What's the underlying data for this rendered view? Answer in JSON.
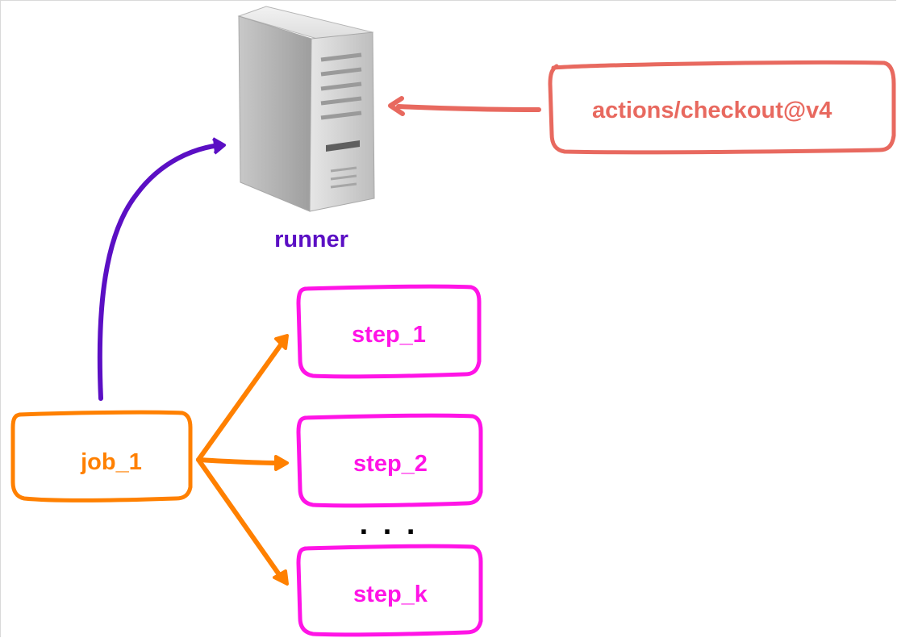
{
  "colors": {
    "runner": "#5b0fc4",
    "job": "#ff8000",
    "step": "#ff14e6",
    "action": "#e8695f",
    "dots": "#000000"
  },
  "icons": {
    "server": "server-tower-icon"
  },
  "nodes": {
    "runner_label": "runner",
    "action_label": "actions/checkout@v4",
    "job_label": "job_1",
    "step_1_label": "step_1",
    "step_2_label": "step_2",
    "step_k_label": "step_k",
    "ellipsis": ". . ."
  }
}
